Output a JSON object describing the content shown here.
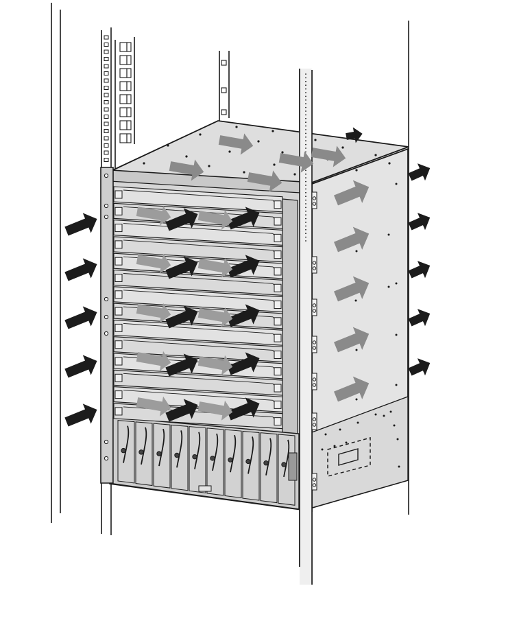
{
  "diagram": {
    "subject": "chassis-airflow-in-rack",
    "colors": {
      "background": "#ffffff",
      "chassis_fill": "#e3e3e3",
      "chassis_dark": "#bdbdbd",
      "outline": "#1a1a1a",
      "intake_arrow": "#1c1c1c",
      "internal_arrow": "#8a8a8a"
    },
    "airflow": {
      "intake_arrows_front": 5,
      "exhaust_arrows_side": 5,
      "card_slots": 14,
      "power_modules": 10
    },
    "icons": [
      "intake-arrow-icon",
      "exhaust-arrow-icon",
      "internal-airflow-arrow-icon"
    ]
  }
}
